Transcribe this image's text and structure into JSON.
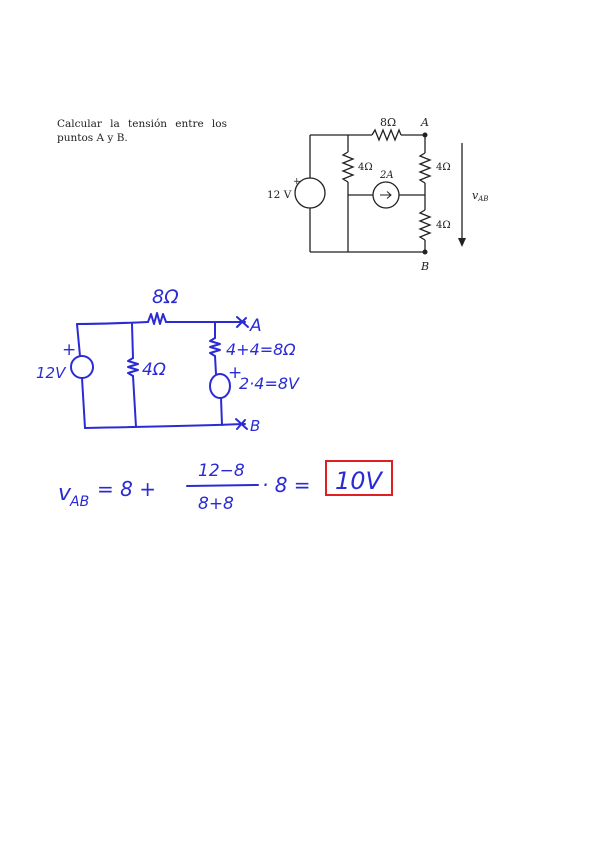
{
  "problem": {
    "statement": "Calcular la tensión entre los puntos A y B."
  },
  "circuit": {
    "r_top": "8Ω",
    "r_left": "4Ω",
    "r_right_top": "4Ω",
    "r_right_bottom": "4Ω",
    "current_source": "2A",
    "voltage_source": "12 V",
    "plus": "+",
    "node_a": "A",
    "node_b": "B",
    "v_label": "v",
    "v_sub": "AB"
  },
  "handwritten_circuit": {
    "r_top": "8Ω",
    "r_left": "4Ω",
    "r_series": "4+4=8Ω",
    "source_eq": "2·4=8V",
    "source_left": "12V",
    "plus_left": "+",
    "plus_right": "+",
    "node_a": "A",
    "node_b": "B"
  },
  "solution": {
    "lhs_var": "v",
    "lhs_sub": "AB",
    "lhs_rest": "= 8 +",
    "numerator": "12−8",
    "denominator": "8+8",
    "tail": "· 8 =",
    "result": "10V",
    "colors": {
      "ink": "#2b2bd6",
      "box": "#e02020"
    }
  }
}
